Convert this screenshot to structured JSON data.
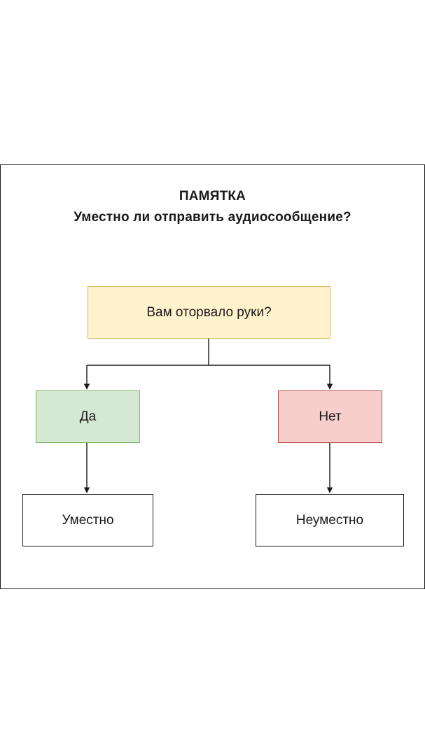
{
  "header": {
    "title": "ПАМЯТКА",
    "subtitle": "Уместно ли отправить аудиосообщение?"
  },
  "flowchart": {
    "question": "Вам оторвало руки?",
    "yes_label": "Да",
    "no_label": "Нет",
    "yes_result": "Уместно",
    "no_result": "Неуместно"
  },
  "colors": {
    "question_fill": "#fff2cc",
    "question_border": "#d6b656",
    "yes_fill": "#d5e8d4",
    "yes_border": "#82b366",
    "no_fill": "#f8cecc",
    "no_border": "#b85450",
    "line": "#1a1a1a"
  }
}
